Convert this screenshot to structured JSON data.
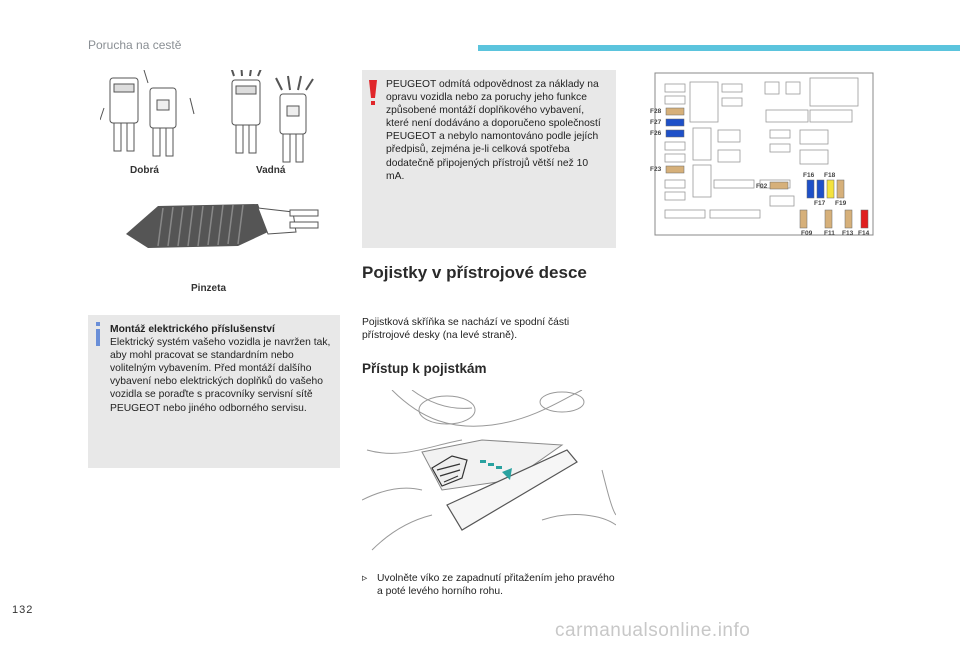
{
  "header": {
    "section": "Porucha na cestě"
  },
  "page_number": "132",
  "watermark": "carmanualsonline.info",
  "figures": {
    "fuse_good_label": "Dobrá",
    "fuse_bad_label": "Vadná",
    "tweezers_label": "Pinzeta"
  },
  "info_box": {
    "title": "Montáž elektrického příslušenství",
    "body": "Elektrický systém vašeho vozidla je navržen tak, aby mohl pracovat se standardním nebo volitelným vybavením. Před montáží dalšího vybavení nebo elektrických doplňků do vašeho vozidla se poraďte s pracovníky servisní sítě PEUGEOT nebo jiného odborného servisu."
  },
  "warning_box": {
    "body": "PEUGEOT odmítá odpovědnost za náklady na opravu vozidla nebo za poruchy jeho funkce způsobené montáží doplňkového vybavení, které není dodáváno a doporučeno společností PEUGEOT a nebylo namontováno podle jejích předpisů, zejména je-li celková spotřeba dodatečně připojených přístrojů větší než 10 mA."
  },
  "section": {
    "title": "Pojistky v přístrojové desce",
    "intro": "Pojistková skříňka se nachází ve spodní části přístrojové desky (na levé straně).",
    "subtitle": "Přístup k pojistkám",
    "step": "Uvolněte víko ze zapadnutí přitažením jeho pravého a poté levého horního rohu.",
    "bullet_mark": ""
  },
  "fuse_diagram": {
    "labels": {
      "f28": "F28",
      "f27": "F27",
      "f26": "F26",
      "f23": "F23",
      "f02": "F02",
      "f16": "F16",
      "f18": "F18",
      "f17": "F17",
      "f19": "F19",
      "f09": "F09",
      "f11": "F11",
      "f13": "F13",
      "f14": "F14"
    },
    "colors": {
      "tan": "#d6b07a",
      "blue": "#1e50c8",
      "yellow": "#f4e23c",
      "red": "#e02020"
    }
  },
  "colors": {
    "accent": "#5bc4dd",
    "warning": "#e0262a",
    "info": "#6a8fd8",
    "box_bg": "#e8e8e8"
  }
}
